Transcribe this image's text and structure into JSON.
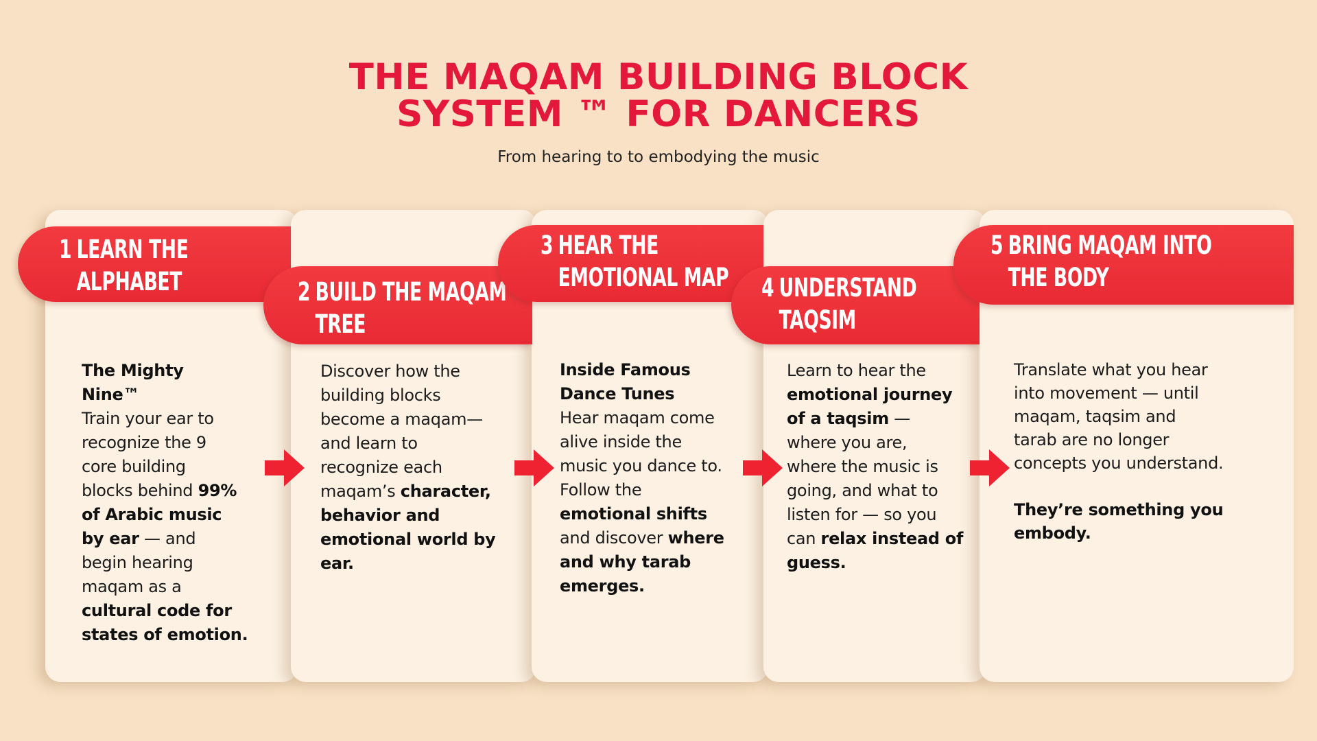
{
  "header": {
    "title_line1": "THE MAQAM BUILDING BLOCK",
    "title_line2": "SYSTEM ™ FOR DANCERS",
    "subtitle": "From hearing to to embodying the music"
  },
  "colors": {
    "accent_red": "#e82a34",
    "title_red": "#e4183b",
    "background": "#f8e1c5",
    "card": "#fcf1e3"
  },
  "steps": [
    {
      "number": "1",
      "title_line1": "LEARN THE",
      "title_line2": "ALPHABET",
      "bold_head_1": "The Mighty",
      "bold_head_2": "Nine™",
      "t1": "Train your ear to",
      "t2": "recognize the 9",
      "t3": "core building",
      "t4": "blocks behind ",
      "b4": "99%",
      "b5": "of Arabic music",
      "b6": "by ear",
      "t6": " — and",
      "t7": "begin hearing",
      "t8": "maqam as a",
      "b9": "cultural code for",
      "b10": "states of emotion."
    },
    {
      "number": "2",
      "title_line1": "BUILD THE MAQAM",
      "title_line2": "TREE",
      "t1": "Discover how the",
      "t2": "building blocks",
      "t3": "become a maqam—",
      "t4": "and learn to",
      "t5": "recognize each",
      "t6": "maqam’s ",
      "b6": "character,",
      "b7": "behavior and",
      "b8": "emotional world by",
      "b9": "ear."
    },
    {
      "number": "3",
      "title_line1": "HEAR THE",
      "title_line2": "EMOTIONAL MAP",
      "bold_head_1": "Inside Famous",
      "bold_head_2": "Dance Tunes",
      "t1": "Hear maqam come",
      "t2": "alive inside the",
      "t3": "music you dance to.",
      "t4": "Follow the",
      "b5": "emotional shifts",
      "t6": "and discover ",
      "b6": "where",
      "b7": "and why tarab",
      "b8": "emerges."
    },
    {
      "number": "4",
      "title_line1": "UNDERSTAND",
      "title_line2": "TAQSIM",
      "t1": "Learn to hear the",
      "b2": "emotional journey",
      "b3": "of a taqsim",
      "t3": " —",
      "t4": "where you are,",
      "t5": "where the music is",
      "t6": "going, and what to",
      "t7": "listen for — so you",
      "t8": "can ",
      "b8": "relax instead of",
      "b9": "guess."
    },
    {
      "number": "5",
      "title_line1": "BRING MAQAM INTO",
      "title_line2": "THE BODY",
      "t1": "Translate what you hear",
      "t2": "into movement — until",
      "t3": "maqam, taqsim and",
      "t4": "tarab are no longer",
      "t5": "concepts you understand.",
      "b6": "They’re something you",
      "b7": "embody."
    }
  ],
  "icons": [
    "arrow-right-icon"
  ]
}
